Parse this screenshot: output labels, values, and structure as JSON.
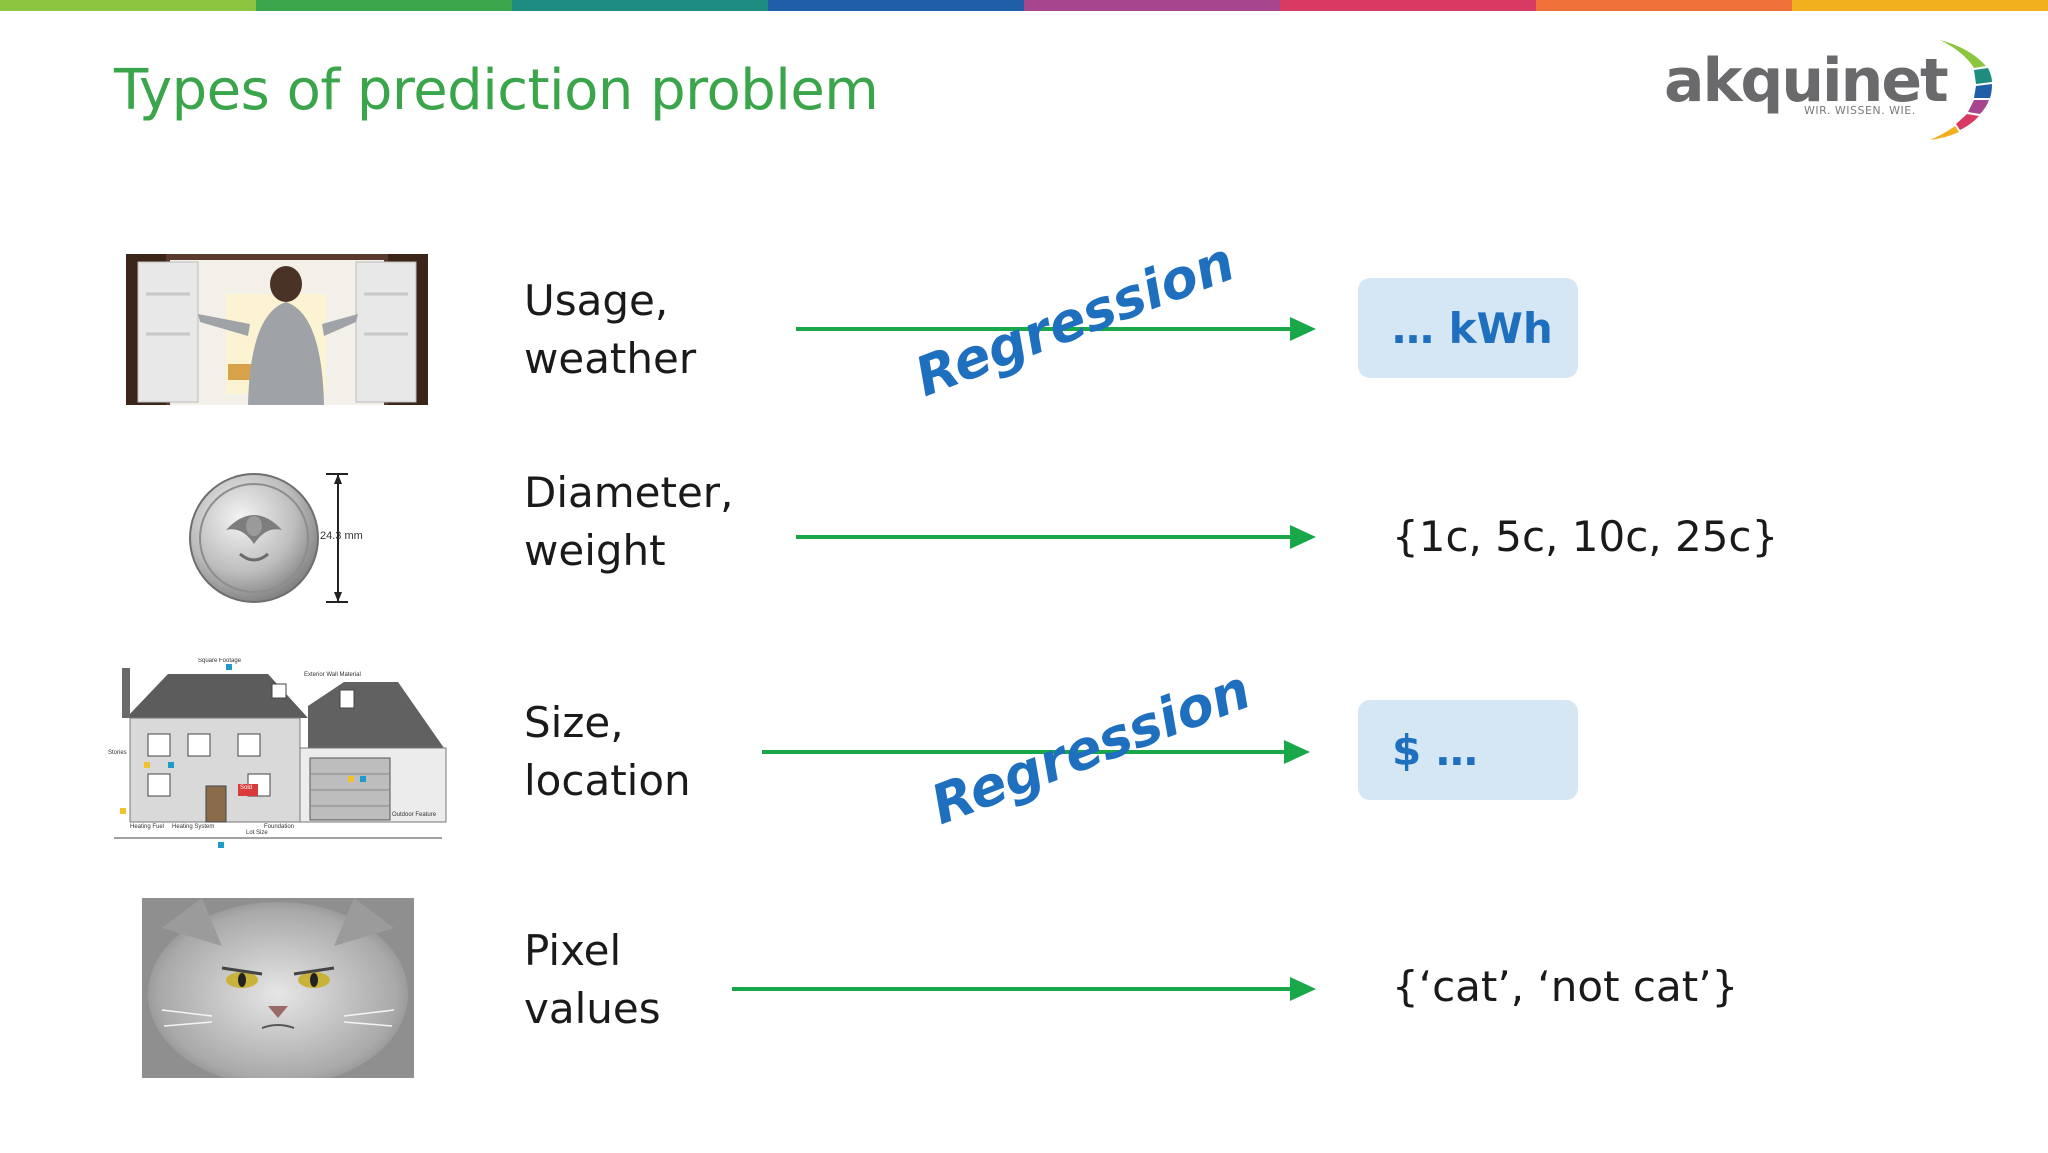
{
  "slide": {
    "title": "Types of prediction problem",
    "colors": {
      "title": "#3aa54a",
      "arrow": "#18a84a",
      "regression_text": "#1f6fbf",
      "output_box": "#d5e6f4"
    },
    "stripe_colors": [
      "#8cc63f",
      "#3aa54a",
      "#1e8c7e",
      "#1f5fa8",
      "#a8458f",
      "#d93a63",
      "#f0713a",
      "#f2b01e"
    ]
  },
  "logo": {
    "word": "akquinet",
    "tagline": "WIR. WISSEN. WIE."
  },
  "rows": [
    {
      "image": "fridge-photo",
      "input_line1": "Usage,",
      "input_line2": "weather",
      "method": "Regression",
      "output": "… kWh",
      "output_boxed": true
    },
    {
      "image": "coin-photo",
      "image_caption": "24.3 mm",
      "input_line1": "Diameter,",
      "input_line2": "weight",
      "method": "",
      "output": "{1c, 5c, 10c, 25c}",
      "output_boxed": false
    },
    {
      "image": "house-diagram",
      "image_labels": [
        "Square Footage",
        "Exterior Wall Material",
        "Stories",
        "Sold",
        "Heating Fuel",
        "Heating System",
        "Foundation",
        "Outdoor Feature",
        "Lot Size"
      ],
      "input_line1": "Size,",
      "input_line2": "location",
      "method": "Regression",
      "output": "$ …",
      "output_boxed": true
    },
    {
      "image": "cat-photo",
      "input_line1": "Pixel",
      "input_line2": "values",
      "method": "",
      "output": "{‘cat’, ‘not cat’}",
      "output_boxed": false
    }
  ]
}
